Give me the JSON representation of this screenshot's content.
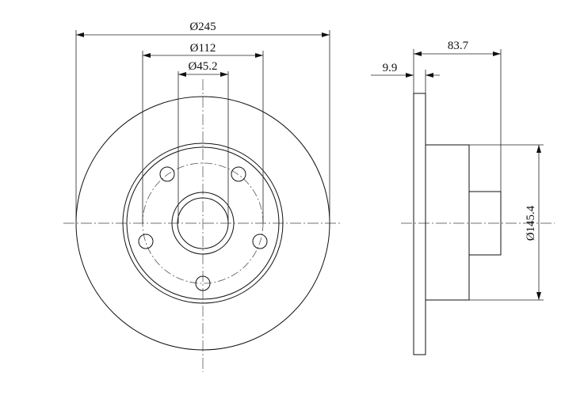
{
  "dimensions": {
    "outer_diameter": "Ø245",
    "bolt_circle_diameter": "Ø112",
    "center_bore_diameter": "Ø45.2",
    "disc_thickness": "9.9",
    "overall_height": "83.7",
    "hat_diameter": "Ø145.4"
  }
}
